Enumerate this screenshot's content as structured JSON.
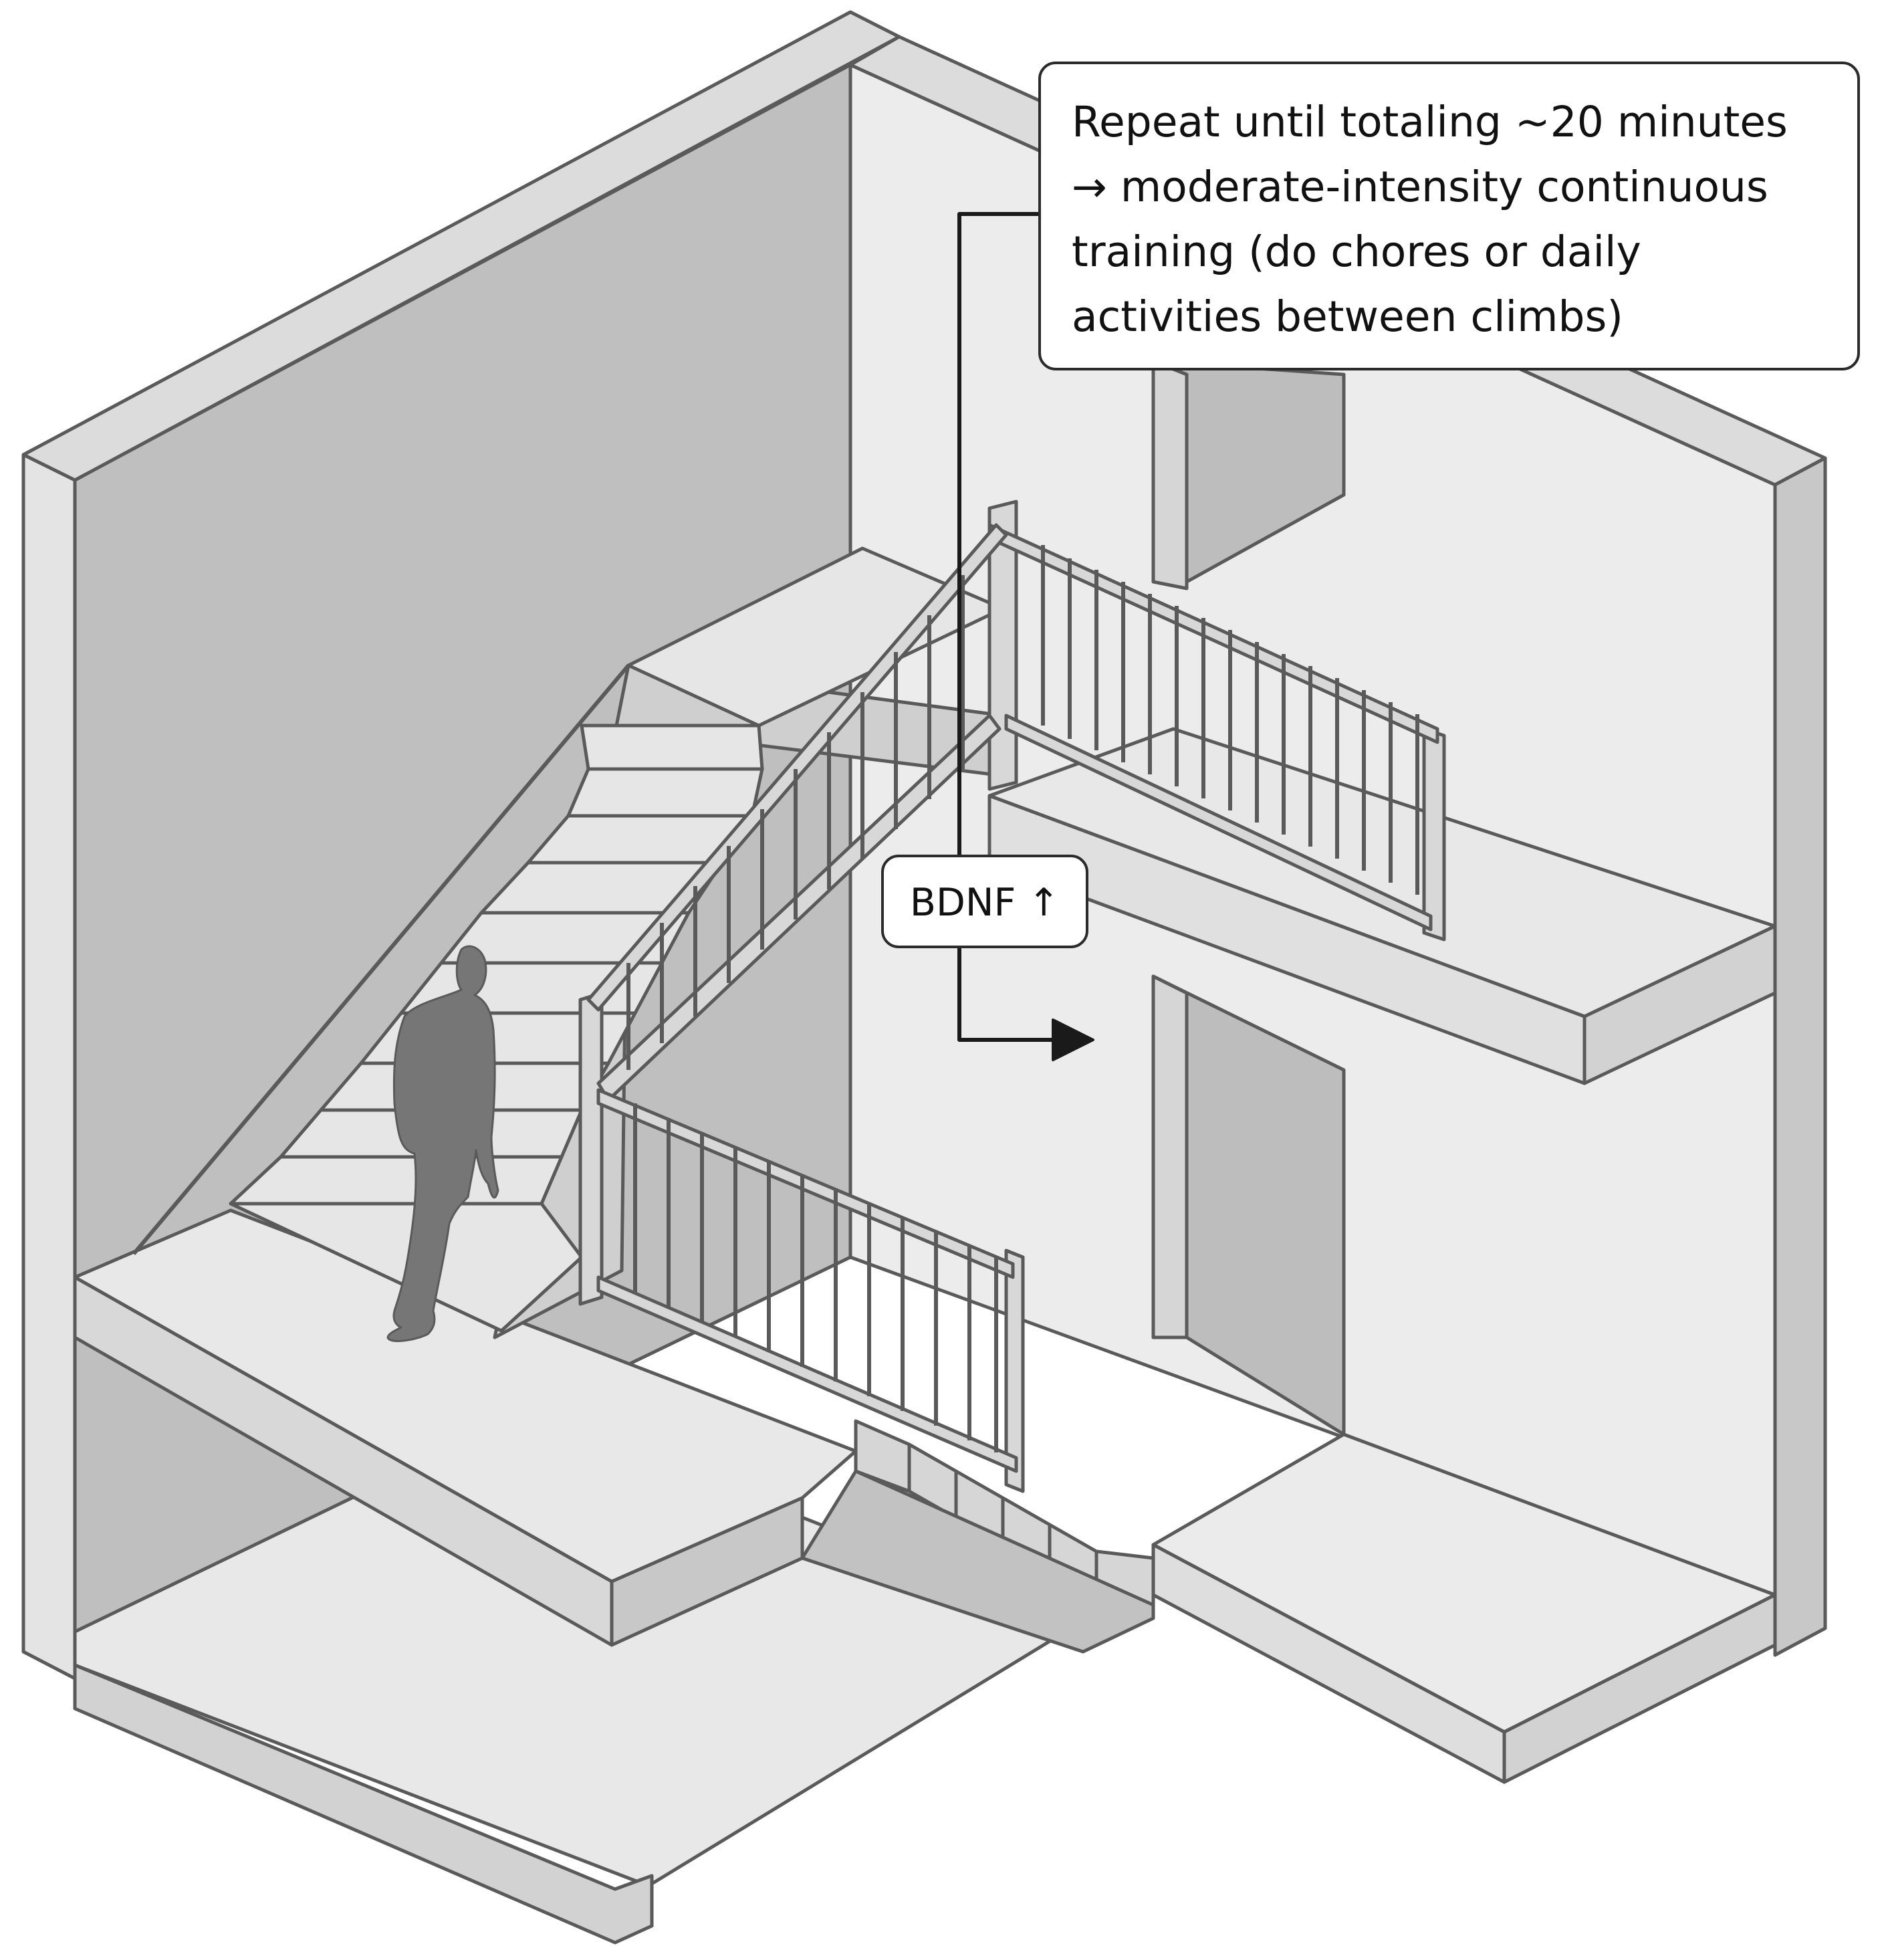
{
  "callout_main": {
    "lines": [
      "Repeat until totaling ~20 minutes",
      "→ moderate-intensity continuous",
      "training (do chores or daily",
      "activities between climbs)"
    ]
  },
  "callout_bdnf": {
    "label": "BDNF ↑"
  },
  "colors": {
    "wall_dark": "#bfbfbf",
    "wall_light": "#ececec",
    "floor": "#e6e6e6",
    "edge": "#d4d4d4",
    "outline": "#5a5a5a",
    "person": "#767676",
    "arrow": "#1a1a1a"
  }
}
